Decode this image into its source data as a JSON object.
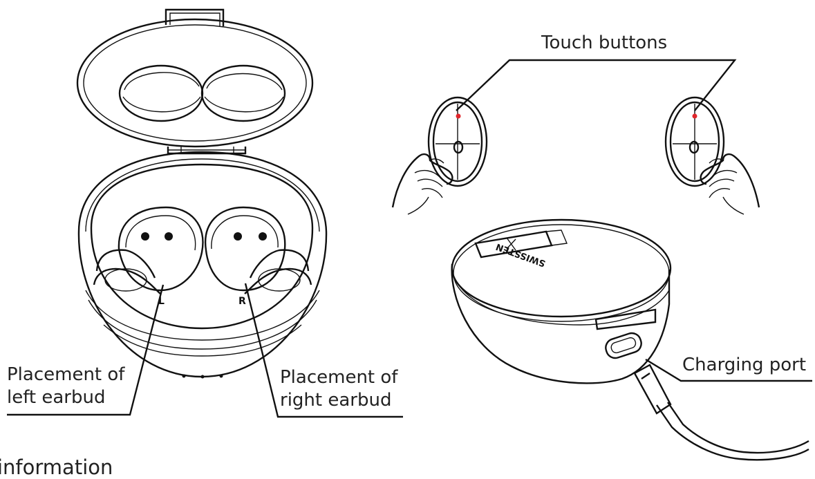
{
  "labels": {
    "touch_buttons": "Touch buttons",
    "charging_port": "Charging port",
    "left_placement": [
      "Placement of",
      "left earbud"
    ],
    "right_placement": [
      "Placement of",
      "right earbud"
    ],
    "bottom_text": "information"
  },
  "marks": {
    "left_letter": "L",
    "right_letter": "R",
    "brand": "SWISSTEN"
  },
  "colors": {
    "line": "#111111",
    "text": "#222222",
    "touch_dot": "#e0262b"
  }
}
